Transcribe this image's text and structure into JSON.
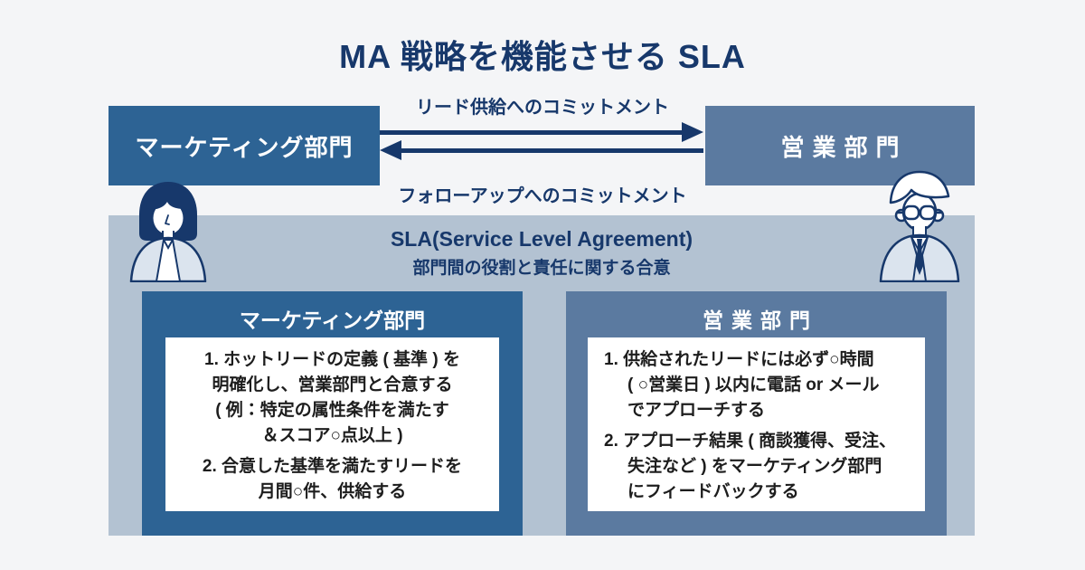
{
  "title": "MA 戦略を機能させる SLA",
  "flow": {
    "marketing_label": "マーケティング部門",
    "sales_label": "営業部門",
    "top_arrow_label": "リード供給へのコミットメント",
    "bottom_arrow_label": "フォローアップへのコミットメント"
  },
  "sla": {
    "title_en": "SLA(Service Level Agreement)",
    "title_ja": "部門間の役割と責任に関する合意",
    "marketing_panel": {
      "header": "マーケティング部門",
      "item1_lines": [
        "1. ホットリードの定義 ( 基準 ) を",
        "明確化し、営業部門と合意する",
        "( 例：特定の属性条件を満たす",
        "＆スコア○点以上 )"
      ],
      "item2_lines": [
        "2. 合意した基準を満たすリードを",
        "月間○件、供給する"
      ]
    },
    "sales_panel": {
      "header": "営業部門",
      "item1_lines": [
        "1. 供給されたリードには必ず○時間",
        "( ○営業日 ) 以内に電話 or メール",
        "でアプローチする"
      ],
      "item2_lines": [
        "2. アプローチ結果 ( 商談獲得、受注、",
        "失注など ) をマーケティング部門",
        "にフィードバックする"
      ]
    }
  },
  "icons": {
    "marketing_person": "woman-avatar-icon",
    "sales_person": "man-avatar-icon"
  },
  "colors": {
    "background": "#f4f5f7",
    "navy": "#17386b",
    "marketing_blue": "#2d6394",
    "sales_blue": "#5b7aa0",
    "sla_background": "#b3c2d2",
    "card_background": "#ffffff",
    "card_text": "#1d1d1d"
  }
}
